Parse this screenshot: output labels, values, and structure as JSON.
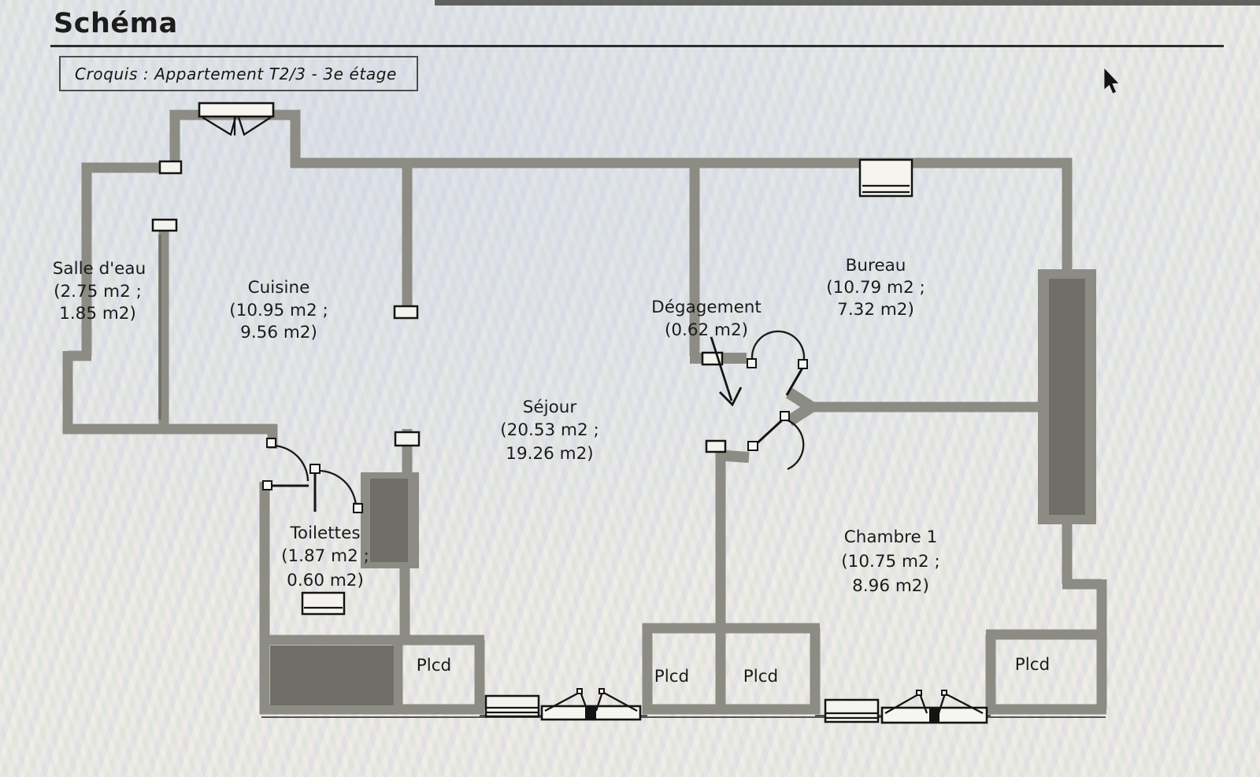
{
  "header": {
    "title": "Schéma"
  },
  "croquis": {
    "label": "Croquis : Appartement T2/3 - 3e étage"
  },
  "plan": {
    "rooms": [
      {
        "name": "Salle d'eau",
        "area": "(2.75 m2 ;",
        "area2": "1.85 m2)"
      },
      {
        "name": "Cuisine",
        "area": "(10.95 m2 ;",
        "area2": "9.56 m2)"
      },
      {
        "name": "Séjour",
        "area": "(20.53 m2 ;",
        "area2": "19.26 m2)"
      },
      {
        "name": "Dégagement",
        "area": "(0.62 m2)"
      },
      {
        "name": "Bureau",
        "area": "(10.79 m2 ;",
        "area2": "7.32 m2)"
      },
      {
        "name": "Toilettes",
        "area": "(1.87 m2 ;",
        "area2": "0.60 m2)"
      },
      {
        "name": "Chambre 1",
        "area": "(10.75 m2 ;",
        "area2": "8.96 m2)"
      }
    ],
    "closet_label": "Plcd",
    "colors": {
      "wall": "#8c8c85",
      "wall_dark": "#6f6f68",
      "line": "#141414",
      "background": "#edebe5"
    }
  }
}
